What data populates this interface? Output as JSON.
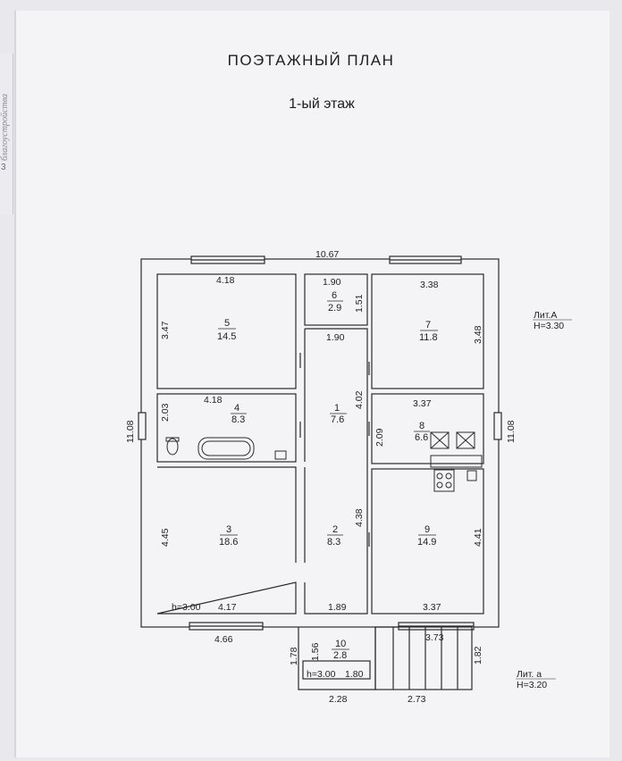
{
  "title": "ПОЭТАЖНЫЙ ПЛАН",
  "subtitle": "1-ый этаж",
  "margin_text": "благоустройства",
  "margin_number": "3",
  "overall": {
    "width": "10.67",
    "left_height": "11.08",
    "right_height": "11.08"
  },
  "rooms": [
    {
      "no": "5",
      "area": "14.5",
      "dims": [
        "4.18",
        "3.47"
      ]
    },
    {
      "no": "6",
      "area": "2.9",
      "dims": [
        "1.90",
        "1.51"
      ]
    },
    {
      "no": "7",
      "area": "11.8",
      "dims": [
        "3.38",
        "3.48"
      ]
    },
    {
      "no": "4",
      "area": "8.3",
      "dims": [
        "4.18",
        "2.03"
      ]
    },
    {
      "no": "1",
      "area": "7.6",
      "dims": [
        "1.90",
        "4.02"
      ]
    },
    {
      "no": "8",
      "area": "6.6",
      "dims": [
        "3.37",
        "2.09"
      ]
    },
    {
      "no": "3",
      "area": "18.6",
      "dims": [
        "4.17",
        "4.45"
      ]
    },
    {
      "no": "2",
      "area": "8.3",
      "dims": [
        "1.89",
        "4.38"
      ]
    },
    {
      "no": "9",
      "area": "14.9",
      "dims": [
        "3.37",
        "4.41"
      ]
    },
    {
      "no": "10",
      "area": "2.8",
      "dims": [
        "1.80",
        "1.56"
      ]
    }
  ],
  "heights": {
    "main_room": "h=3.00",
    "porch": "h=3.00"
  },
  "exterior": {
    "front_width": "4.66",
    "porch_width": "2.28",
    "porch_depth": "1.78",
    "stair_width": "2.73",
    "stair_inner": "3.73",
    "stair_depth": "1.82"
  },
  "lit_a_main": {
    "label": "Лит.А",
    "height": "H=3.30"
  },
  "lit_a_small": {
    "label": "Лит. а",
    "height": "H=3.20"
  }
}
